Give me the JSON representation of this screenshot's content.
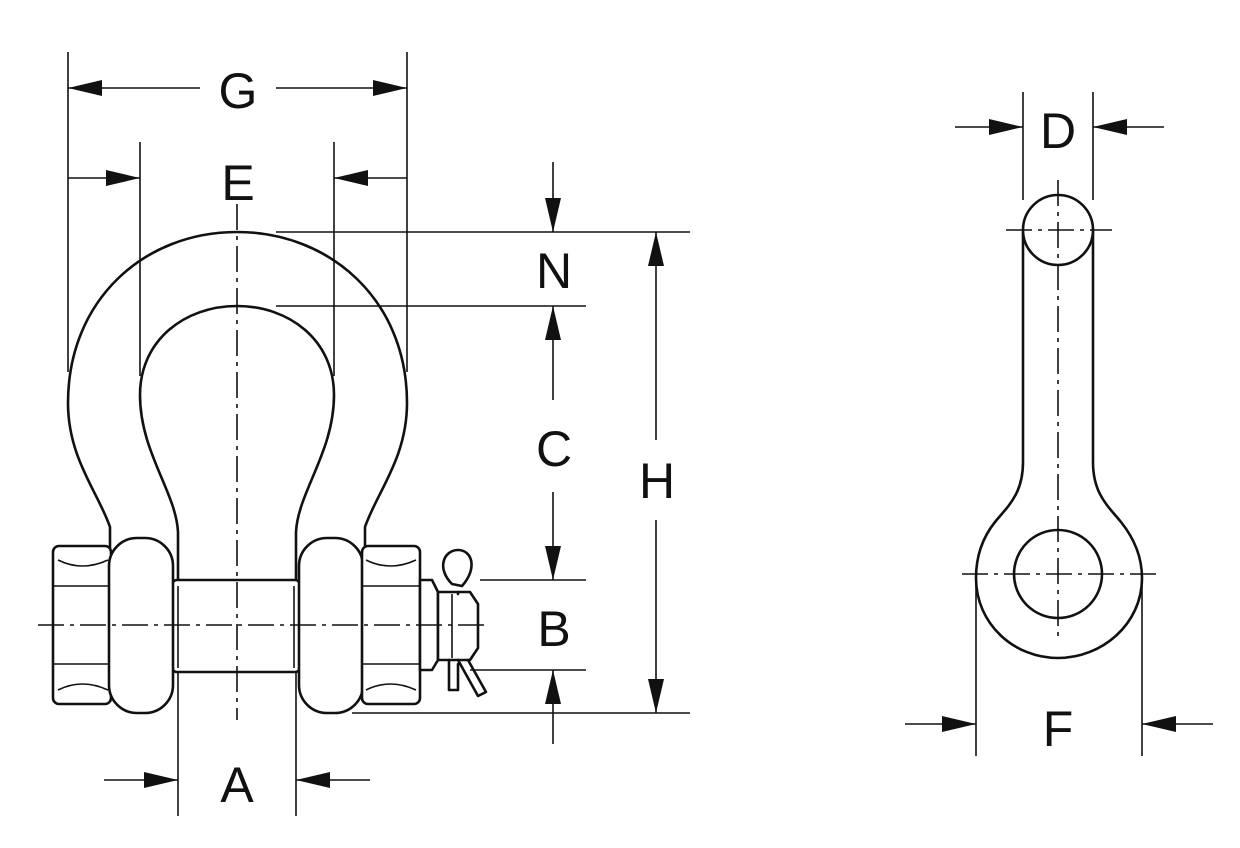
{
  "labels": {
    "g": "G",
    "e": "E",
    "n": "N",
    "c": "C",
    "h": "H",
    "b": "B",
    "a": "A",
    "d": "D",
    "f": "F"
  },
  "colors": {
    "ink": "#111111",
    "background": "#ffffff"
  }
}
